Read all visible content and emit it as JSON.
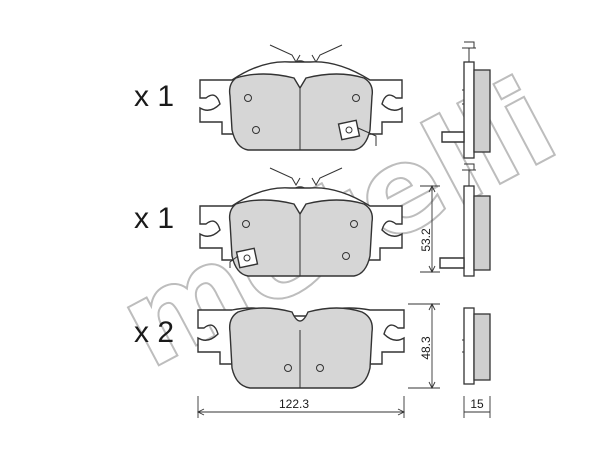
{
  "watermark": {
    "brand_text": "metelli"
  },
  "rows": [
    {
      "quantity_label": "x 1",
      "has_wear_sensor": true,
      "sensor_side": "right"
    },
    {
      "quantity_label": "x 1",
      "has_wear_sensor": true,
      "sensor_side": "left"
    },
    {
      "quantity_label": "x 2",
      "has_wear_sensor": false
    }
  ],
  "dimensions": {
    "width": "122.3",
    "height_with_sensor": "53.2",
    "height": "48.3",
    "thickness": "15"
  }
}
